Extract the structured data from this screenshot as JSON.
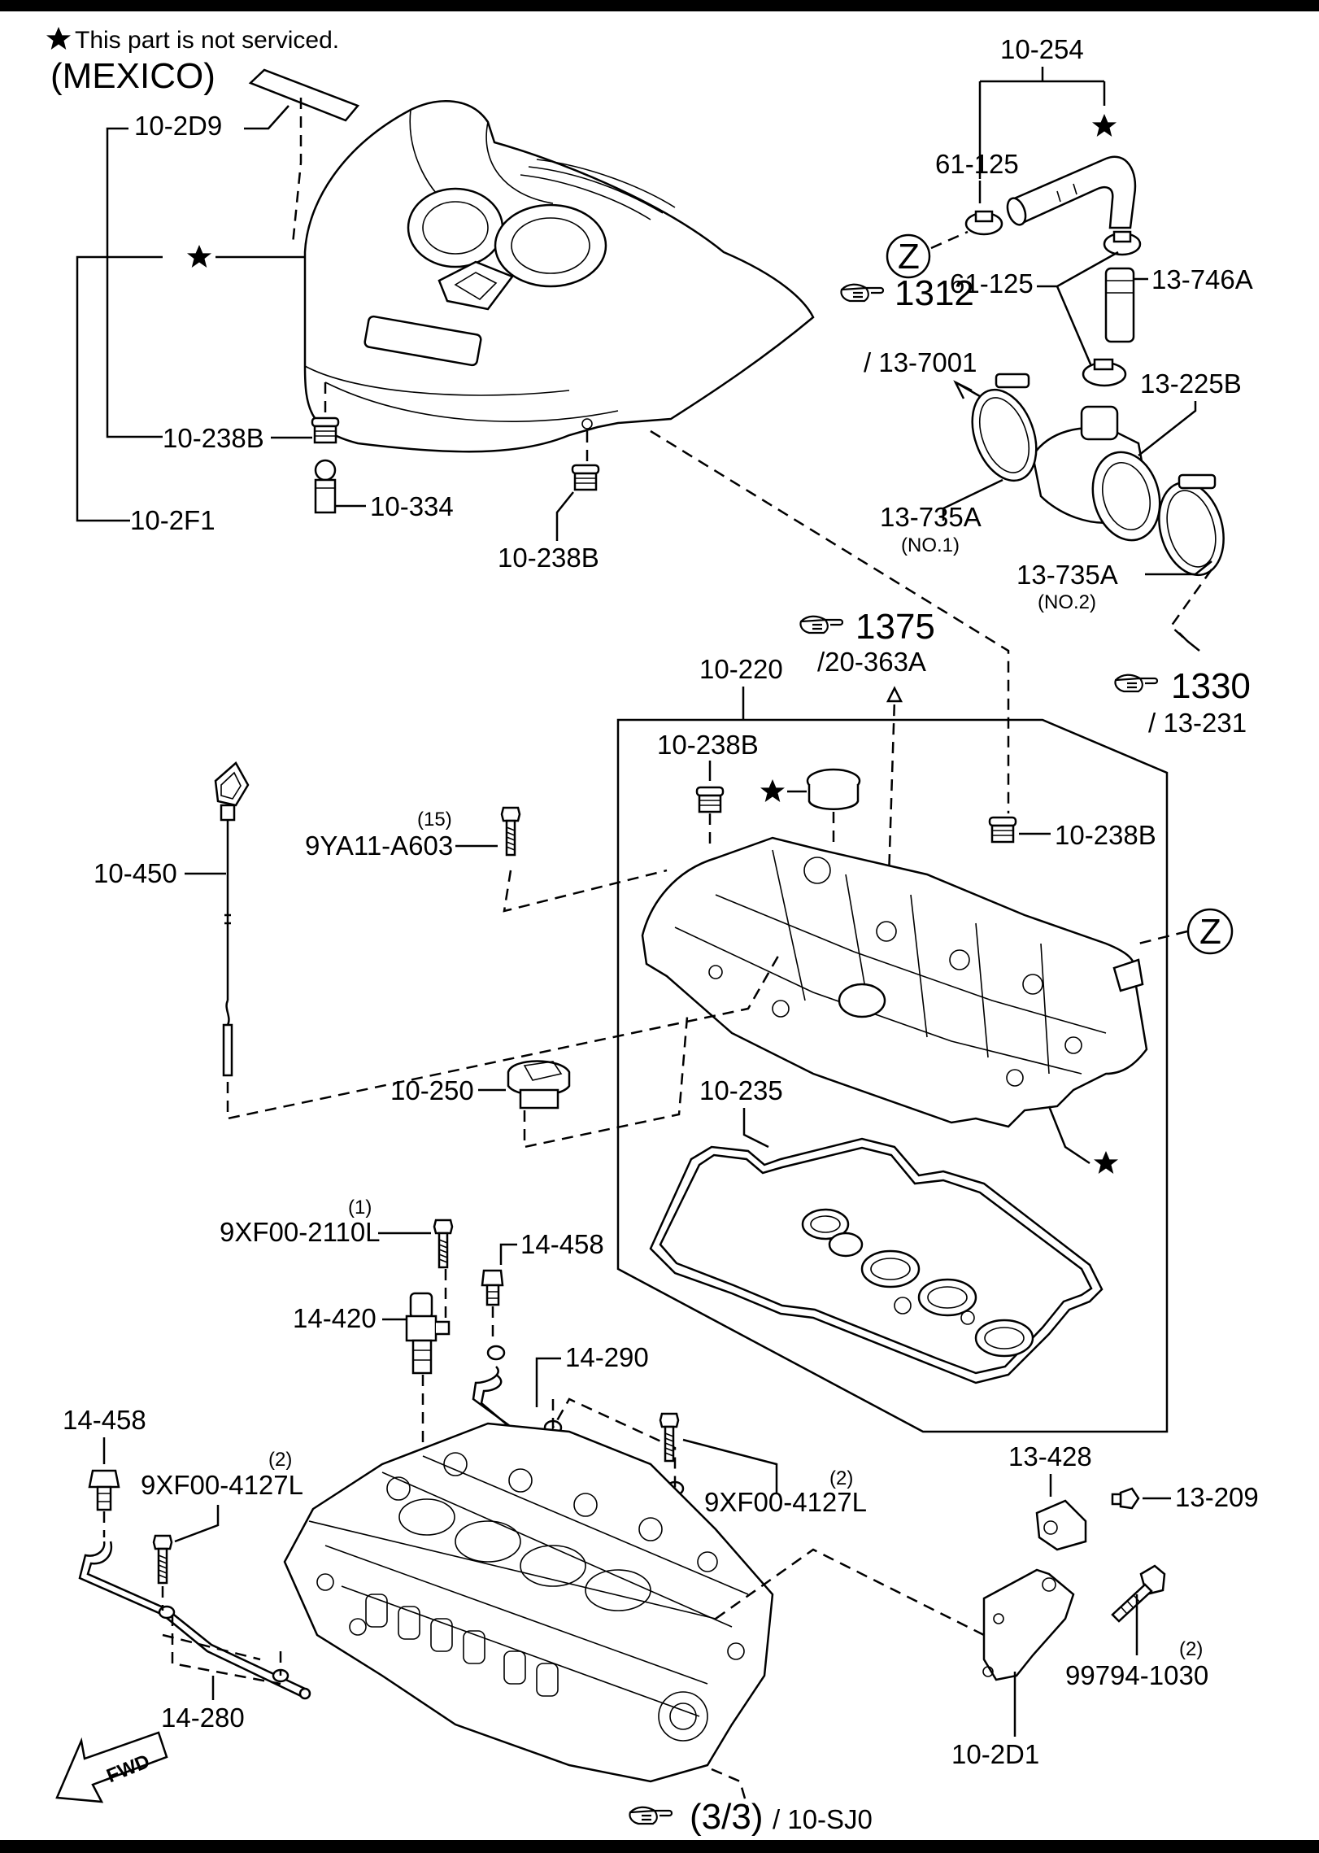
{
  "header": {
    "note": "This part is not serviced.",
    "region": "(MEXICO)"
  },
  "labels": {
    "c10_254": "10-254",
    "c61_125a": "61-125",
    "c61_125b": "61-125",
    "c13_746A": "13-746A",
    "c13_225B": "13-225B",
    "c13_735A_1": "13-735A",
    "no1": "(NO.1)",
    "c13_735A_2": "13-735A",
    "no2": "(NO.2)",
    "c10_2D9": "10-2D9",
    "c10_238B_a": "10-238B",
    "c10_334": "10-334",
    "c10_2F1": "10-2F1",
    "c10_238B_b": "10-238B",
    "c10_220": "10-220",
    "c10_238B_c": "10-238B",
    "c10_238B_d": "10-238B",
    "c10_450": "10-450",
    "qty15": "(15)",
    "c9YA11": "9YA11-A603",
    "c10_250": "10-250",
    "c10_235": "10-235",
    "qty1": "(1)",
    "c9XF00_2110L": "9XF00-2110L",
    "c14_458a": "14-458",
    "c14_420": "14-420",
    "c14_290": "14-290",
    "c14_458b": "14-458",
    "qty2a": "(2)",
    "c9XF00_4127L_a": "9XF00-4127L",
    "qty2b": "(2)",
    "c9XF00_4127L_b": "9XF00-4127L",
    "c13_428": "13-428",
    "c13_209": "13-209",
    "qty2c": "(2)",
    "c99794": "99794-1030",
    "c14_280": "14-280",
    "c10_2D1": "10-2D1",
    "fwd": "FWD",
    "zone_z1": "Z",
    "zone_z2": "Z"
  },
  "references": {
    "r1312": "1312",
    "r1312_sub": "/ 13-7001",
    "r1375": "1375",
    "r1375_sub": "/20-363A",
    "r1330": "1330",
    "r1330_sub": "/ 13-231",
    "r33": "(3/3)",
    "r33_sub": "/ 10-SJ0"
  }
}
